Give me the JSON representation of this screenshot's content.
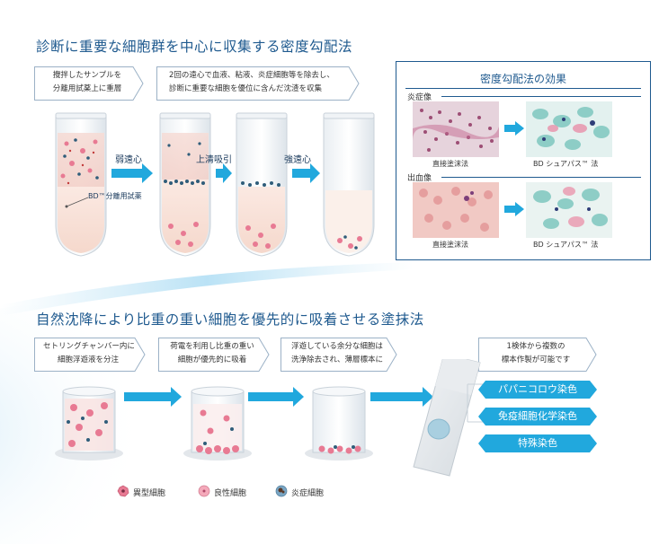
{
  "section1": {
    "title": "診断に重要な細胞群を中心に収集する密度勾配法",
    "step1": {
      "line1": "攪拌したサンプルを",
      "line2": "分離用試薬上に重層"
    },
    "step2": {
      "line1": "2回の遠心で血液、粘液、炎症細胞等を除去し、",
      "line2": "診断に重要な細胞を優位に含んだ沈渣を収集"
    },
    "arrow1_label": "弱遠心",
    "arrow2_label": "上清吸引",
    "arrow3_label": "強遠心",
    "reagent_label": "BD™分離用試薬"
  },
  "panel": {
    "title": "密度勾配法の効果",
    "inflam_label": "炎症像",
    "bleed_label": "出血像",
    "direct_caption_1": "直接塗沫法",
    "bd_caption_1": "BD シュアパス™ 法",
    "direct_caption_2": "直接塗沫法",
    "bd_caption_2": "BD シュアパス™ 法"
  },
  "section2": {
    "title": "自然沈降により比重の重い細胞を優先的に吸着させる塗抹法",
    "step1": {
      "line1": "セトリングチャンバー内に",
      "line2": "細胞浮遊液を分注"
    },
    "step2": {
      "line1": "荷電を利用し比重の重い",
      "line2": "細胞が優先的に吸着"
    },
    "step3": {
      "line1": "浮遊している余分な細胞は",
      "line2": "洗浄除去され、薄層標本に"
    },
    "step4": {
      "line1": "1検体から複数の",
      "line2": "標本作製が可能です"
    },
    "stains": [
      "パパニコロウ染色",
      "免疫細胞化学染色",
      "特殊染色"
    ]
  },
  "legend": {
    "atypical": "異型細胞",
    "benign": "良性細胞",
    "inflammatory": "炎症細胞"
  },
  "colors": {
    "brand_blue": "#1f5a8f",
    "arrow_cyan": "#21a8dd",
    "cell_pink": "#e87a93"
  }
}
